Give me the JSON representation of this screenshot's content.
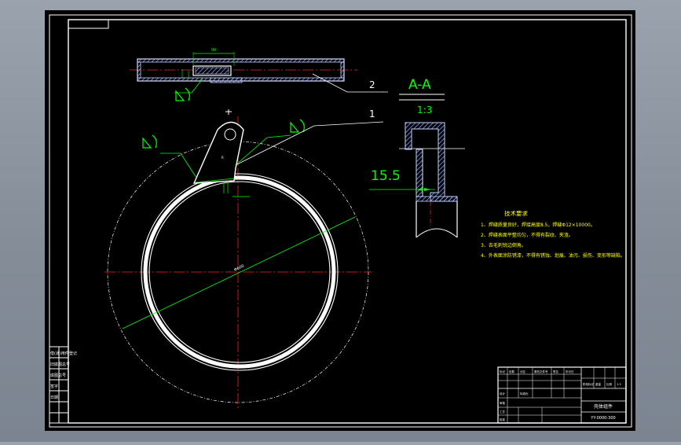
{
  "colors": {
    "background": "#000000",
    "frame": "#ffffff",
    "centerline": "#ff0000",
    "hatch": "#00ff00",
    "dimension": "#00ff00",
    "annotation": "#ffffff",
    "notes_text": "#ffff00",
    "part_fill": "#c8d0ff"
  },
  "section": {
    "label": "A-A",
    "scale": "1:3",
    "dimension": "15.5"
  },
  "balloons": [
    "2",
    "1"
  ],
  "dims": {
    "top_width": "90",
    "center_diameter": "Φ600"
  },
  "tech_notes": {
    "title": "技术要求",
    "items": [
      "1、焊缝质量良好，焊接高度8.5，焊缝Φ12×10000。",
      "2、焊缝表面平整均匀，不得有裂纹、夹渣。",
      "3、去毛刺锐边倒角。",
      "4、外表面涂防锈漆，不得有锈蚀、划痕、油污、损伤、变形等缺陷。"
    ]
  },
  "left_strip": [
    "借(通)用件登记",
    "旧底图总号",
    "底图总号",
    "签字",
    "日期"
  ],
  "title_block": {
    "drawing_name": "壳体组件",
    "drawing_code": "YY-0000-300",
    "cells": [
      "标记",
      "处数",
      "分区",
      "更改文件号",
      "签名",
      "年月日",
      "设计",
      "标准化",
      "阶段标记",
      "重量",
      "比例",
      "1:3",
      "审核",
      "工艺",
      "批准"
    ]
  }
}
